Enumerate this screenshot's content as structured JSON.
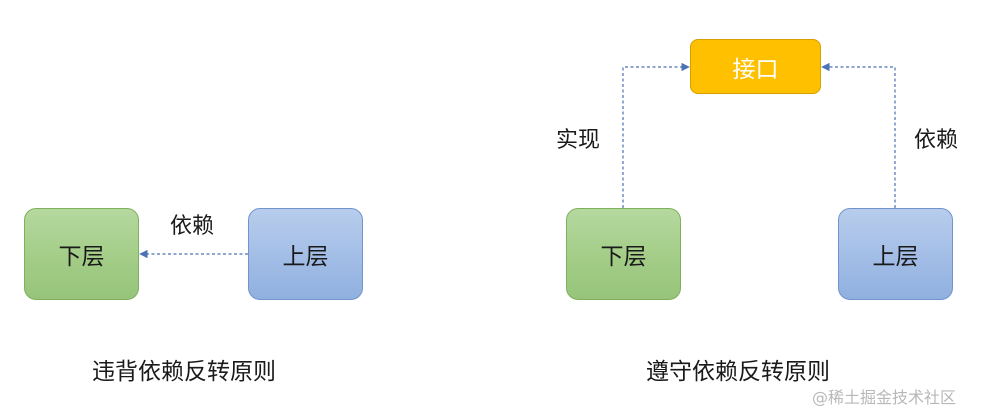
{
  "left_diagram": {
    "lower_layer": "下层",
    "upper_layer": "上层",
    "depends_label": "依赖",
    "caption": "违背依赖反转原则"
  },
  "right_diagram": {
    "interface": "接口",
    "lower_layer": "下层",
    "upper_layer": "上层",
    "implements_label": "实现",
    "depends_label": "依赖",
    "caption": "遵守依赖反转原则"
  },
  "watermark": "@稀土掘金技术社区",
  "colors": {
    "green_box": "#a3cd87",
    "blue_box": "#a2bde6",
    "interface_box": "#ffc000",
    "arrow": "#4a72b5"
  }
}
